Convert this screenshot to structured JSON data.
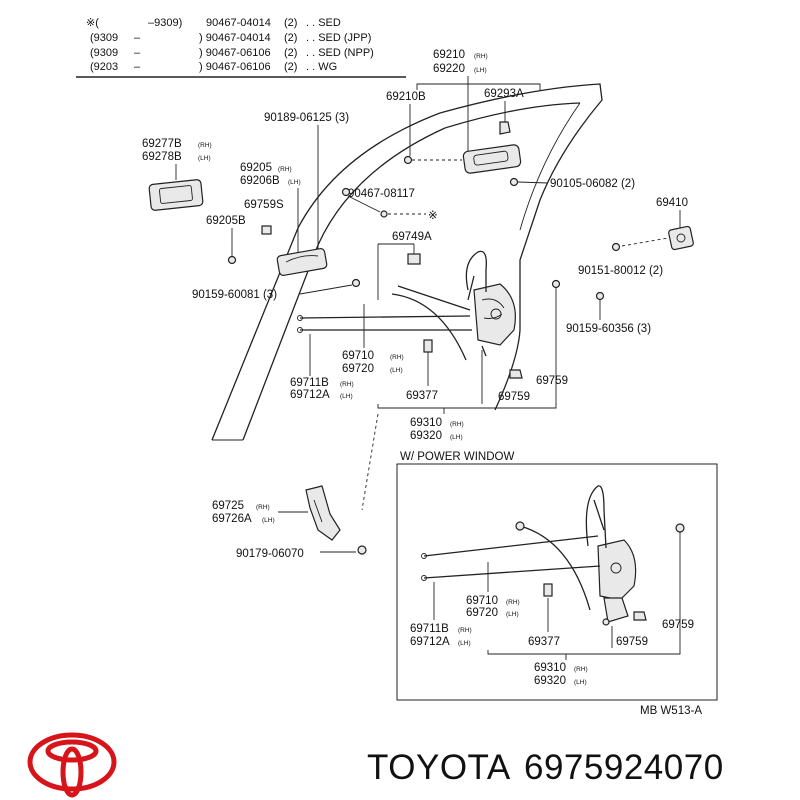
{
  "header": {
    "rows": [
      {
        "mark": "※(",
        "range": "–9309)",
        "part": "90467-04014",
        "qty": "(2)",
        "note": ". . SED"
      },
      {
        "mark": "(9309",
        "range": "–",
        "part": ") 90467-04014",
        "qty": "(2)",
        "note": ". . SED (JPP)"
      },
      {
        "mark": "(9309",
        "range": "–",
        "part": ") 90467-06106",
        "qty": "(2)",
        "note": ". . SED (NPP)"
      },
      {
        "mark": "(9203",
        "range": "–",
        "part": ") 90467-06106",
        "qty": "(2)",
        "note": ". . WG"
      }
    ]
  },
  "labels": {
    "l69210": "69210",
    "l69220": "69220",
    "rh": "(RH)",
    "lh": "(LH)",
    "l69210B": "69210B",
    "l69293A": "69293A",
    "l90189": "90189-06125 (3)",
    "l69277B": "69277B",
    "l69278B": "69278B",
    "l69205": "69205",
    "l69206B": "69206B",
    "l69759S": "69759S",
    "l69205B": "69205B",
    "l90467": "90467-08117",
    "asterisk": "※",
    "l90105": "90105-06082 (2)",
    "l69410": "69410",
    "l69749A": "69749A",
    "l90151": "90151-80012 (2)",
    "l90159a": "90159-60081 (3)",
    "l90159b": "90159-60356 (3)",
    "l69710": "69710",
    "l69720": "69720",
    "l69711B": "69711B",
    "l69712A": "69712A",
    "l69377": "69377",
    "l69759": "69759",
    "l69310": "69310",
    "l69320": "69320",
    "l69725": "69725",
    "l69726A": "69726A",
    "l90179": "90179-06070"
  },
  "power_window": {
    "title": "W/ POWER WINDOW",
    "l69710": "69710",
    "l69720": "69720",
    "l69711B": "69711B",
    "l69712A": "69712A",
    "l69377": "69377",
    "l69759": "69759",
    "l69310": "69310",
    "l69320": "69320",
    "rh": "(RH)",
    "lh": "(LH)",
    "code": "MB W513-A"
  },
  "footer": {
    "brand": "TOYOTA",
    "part_number": "6975924070",
    "logo_color": "#d7141a"
  }
}
